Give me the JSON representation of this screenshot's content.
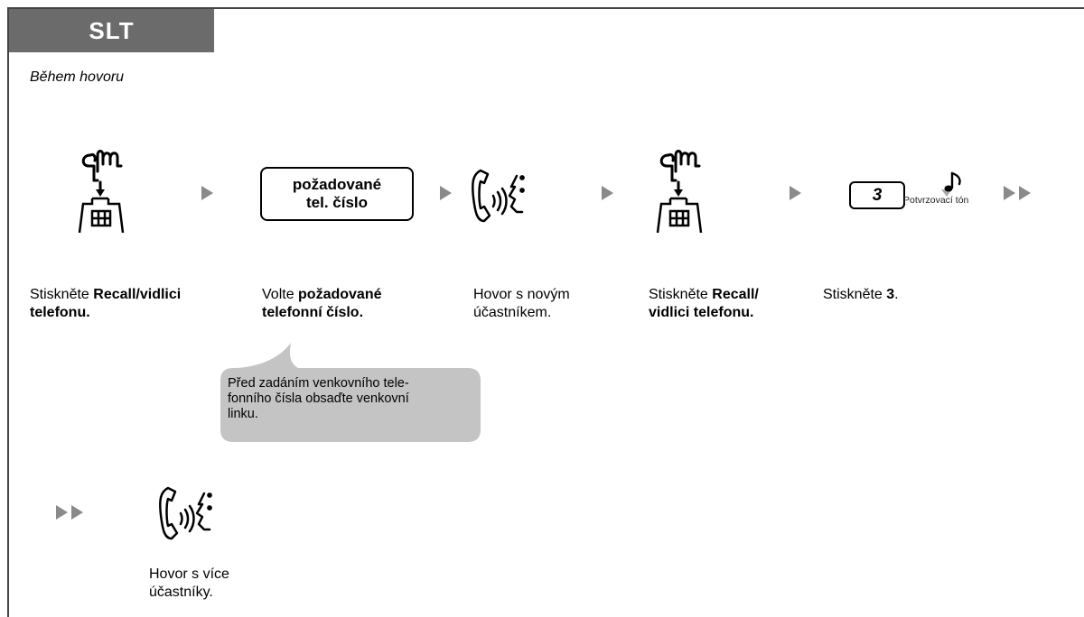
{
  "header": {
    "tab_label": "SLT",
    "subtitle": "Během hovoru"
  },
  "steps": {
    "box1": {
      "line1": "požadované",
      "line2": "tel. číslo"
    },
    "key3": "3",
    "tone_label": "Potvrzovací tón"
  },
  "captions": {
    "c1": {
      "pre": "Stiskněte ",
      "bold1": "Recall/vidlici",
      "bold2": "telefonu."
    },
    "c2": {
      "pre": "Volte ",
      "bold1": "požadované",
      "bold2": "telefonní číslo."
    },
    "c3": {
      "line1": "Hovor s novým",
      "line2": "účastníkem."
    },
    "c4": {
      "pre": "Stiskněte ",
      "bold1": "Recall/",
      "bold2": "vidlici telefonu."
    },
    "c5": {
      "pre": "Stiskněte ",
      "bold": "3",
      "post": "."
    },
    "c6": {
      "line1": "Hovor s více",
      "line2": "účastníky."
    }
  },
  "note": {
    "line1": "Před zadáním venkovního tele-",
    "line2": "fonního čísla obsaďte venkovní",
    "line3": "linku."
  }
}
